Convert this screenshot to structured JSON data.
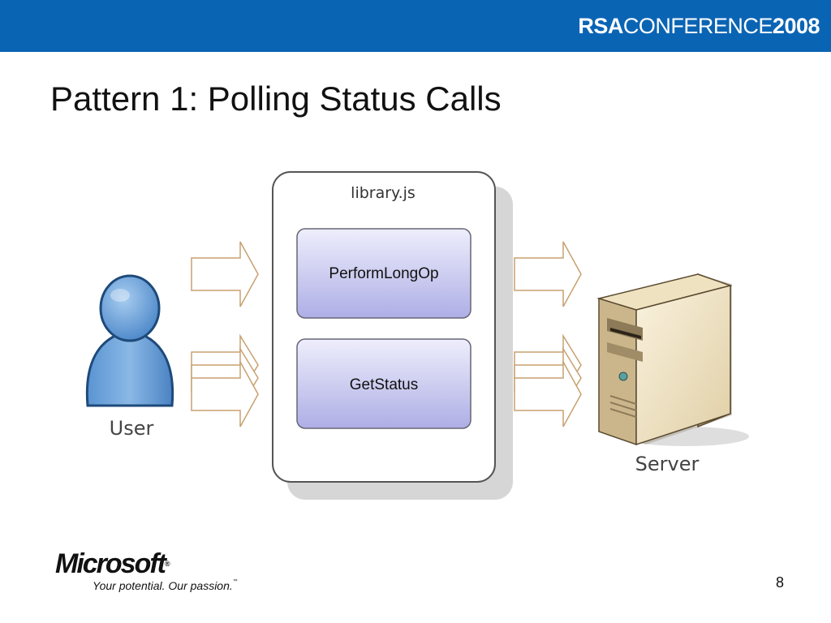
{
  "header": {
    "brand_rsa": "RSA",
    "brand_conference": "CONFERENCE",
    "brand_year": "2008",
    "color": "#0a64b4"
  },
  "slide": {
    "title": "Pattern 1: Polling Status Calls",
    "page_number": "8"
  },
  "diagram": {
    "container_label": "library.js",
    "boxes": [
      {
        "label": "PerformLongOp"
      },
      {
        "label": "GetStatus"
      }
    ],
    "user_label": "User",
    "server_label": "Server"
  },
  "footer": {
    "logo_text": "Microsoft",
    "logo_mark": "®",
    "tagline": "Your potential. Our passion.",
    "tagline_mark": "™"
  }
}
